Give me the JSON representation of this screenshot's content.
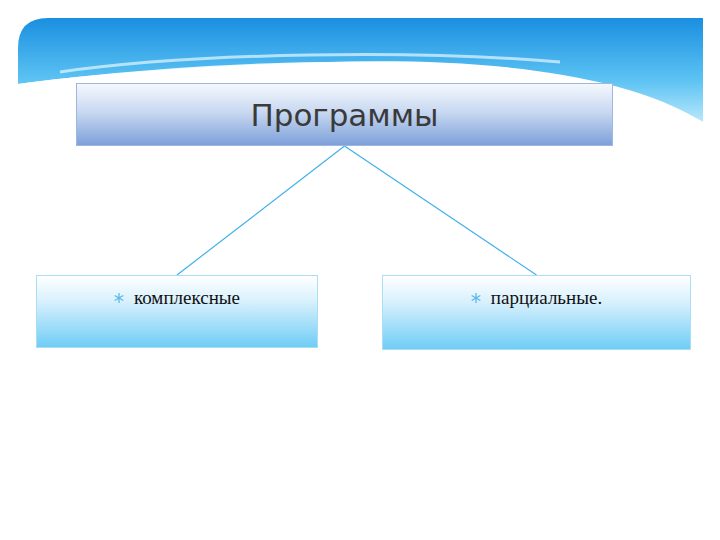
{
  "diagram": {
    "nodes": [
      {
        "text": [
          "Программы"
        ]
      },
      {
        "text": [
          "комплексные"
        ]
      },
      {
        "text": [
          "парциальные."
        ]
      }
    ],
    "edges": [
      {
        "from": 0,
        "to": 1,
        "arrow": "none"
      },
      {
        "from": 0,
        "to": 2,
        "arrow": "none"
      }
    ]
  }
}
